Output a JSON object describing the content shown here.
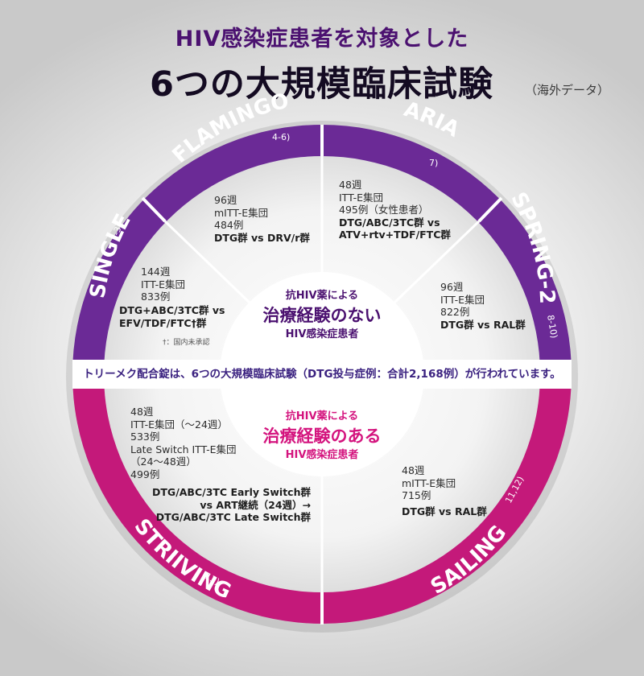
{
  "header": {
    "title_line1": "HIV感染症患者を対象とした",
    "title_line2": "6つの大規模臨床試験",
    "title_note": "（海外データ）"
  },
  "colors": {
    "naive_ring": "#6b2a96",
    "experienced_ring": "#c4197a"
  },
  "center": {
    "naive": {
      "line1": "抗HIV薬による",
      "line2": "治療経験のない",
      "line3": "HIV感染症患者"
    },
    "experienced": {
      "line1": "抗HIV薬による",
      "line2": "治療経験のある",
      "line3": "HIV感染症患者"
    }
  },
  "banner": "トリーメク配合錠は、6つの大規模臨床試験（DTG投与症例：合計2,168例）が行われています。",
  "studies": {
    "flamingo": {
      "name": "FLAMINGO",
      "ref": "4-6)",
      "lines": [
        "96週",
        "mITT-E集団",
        "484例"
      ],
      "comparison": "DTG群 vs DRV/r群"
    },
    "aria": {
      "name": "ARIA",
      "ref": "7)",
      "lines": [
        "48週",
        "ITT-E集団",
        "495例（女性患者）"
      ],
      "comparison_1": "DTG/ABC/3TC群 vs",
      "comparison_2": "ATV+rtv+TDF/FTC群"
    },
    "single": {
      "name": "SINGLE",
      "ref": "1-3)",
      "lines": [
        "144週",
        "ITT-E集団",
        "833例"
      ],
      "comparison_1": "DTG+ABC/3TC群 vs",
      "comparison_2": "EFV/TDF/FTC†群",
      "note": "†：国内未承認"
    },
    "spring2": {
      "name": "SPRING-2",
      "ref": "8-10)",
      "lines": [
        "96週",
        "ITT-E集団",
        "822例"
      ],
      "comparison": "DTG群 vs RAL群"
    },
    "striiving": {
      "name": "STRIIVING",
      "ref": "13)",
      "lines": [
        "48週",
        "ITT-E集団（～24週）",
        "533例",
        "Late Switch ITT-E集団",
        "（24～48週）",
        "499例"
      ],
      "comparison_1": "DTG/ABC/3TC Early Switch群",
      "comparison_2": "vs ART継続（24週）→",
      "comparison_3": "DTG/ABC/3TC Late Switch群"
    },
    "sailing": {
      "name": "SAILING",
      "ref": "11,12)",
      "lines": [
        "48週",
        "mITT-E集団",
        "715例"
      ],
      "comparison": "DTG群 vs RAL群"
    }
  }
}
